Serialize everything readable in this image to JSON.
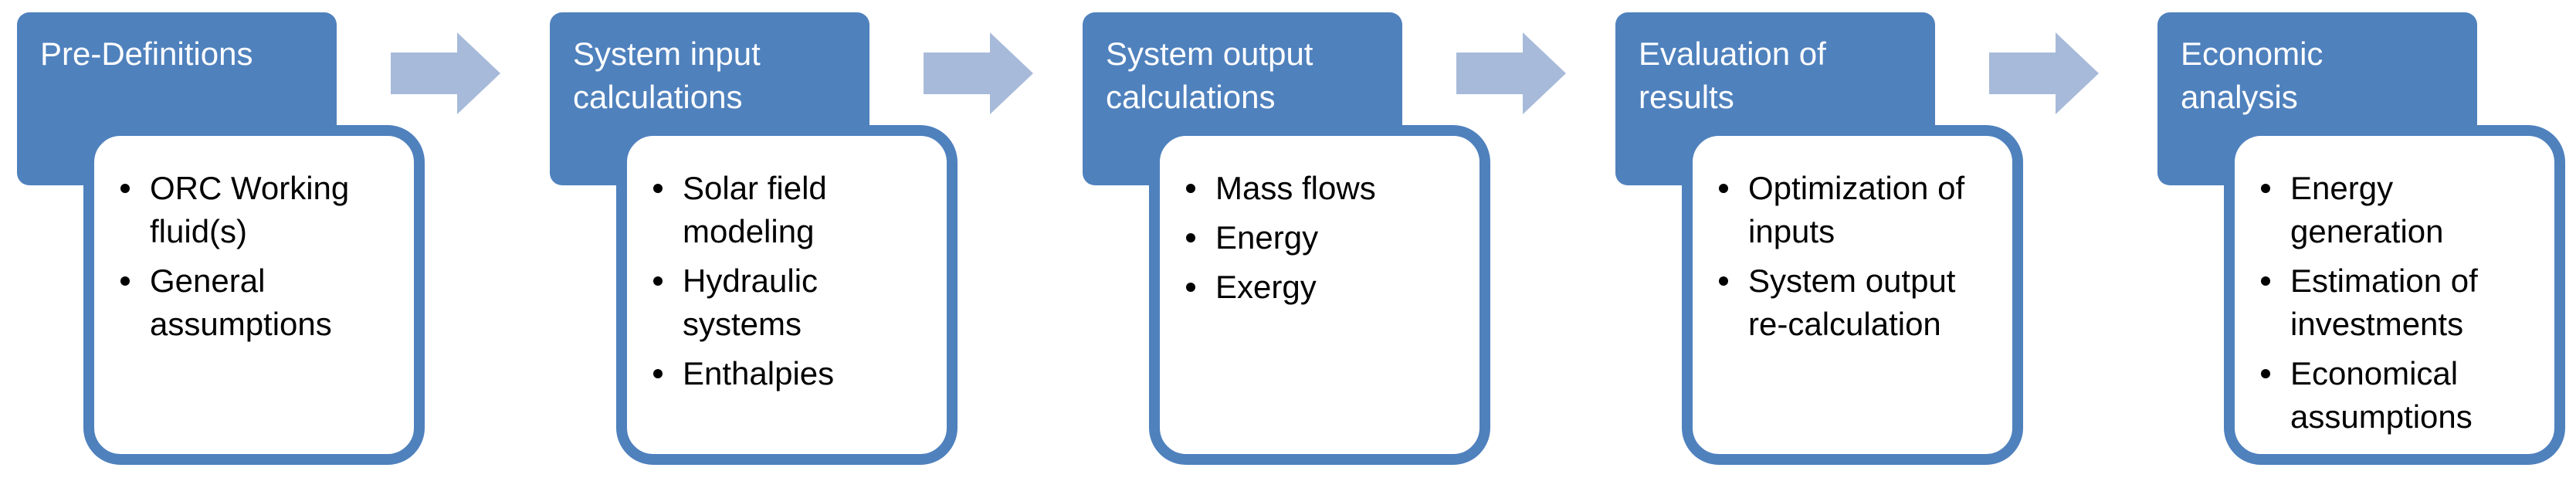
{
  "colors": {
    "box_fill": "#4f81bd",
    "arrow_fill": "#a7bad9",
    "card_fill": "#ffffff"
  },
  "stages": [
    {
      "title": "Pre-Definitions",
      "items": [
        "ORC Working\nfluid(s)",
        "General\nassumptions"
      ]
    },
    {
      "title": "System input\ncalculations",
      "items": [
        "Solar field\nmodeling",
        "Hydraulic\nsystems",
        "Enthalpies"
      ]
    },
    {
      "title": "System output\ncalculations",
      "items": [
        "Mass flows",
        "Energy",
        "Exergy"
      ]
    },
    {
      "title": "Evaluation of\nresults",
      "items": [
        "Optimization of\ninputs",
        "System output\nre-calculation"
      ]
    },
    {
      "title": "Economic\nanalysis",
      "items": [
        "Energy\ngeneration",
        "Estimation of\ninvestments",
        "Economical\nassumptions"
      ]
    }
  ]
}
